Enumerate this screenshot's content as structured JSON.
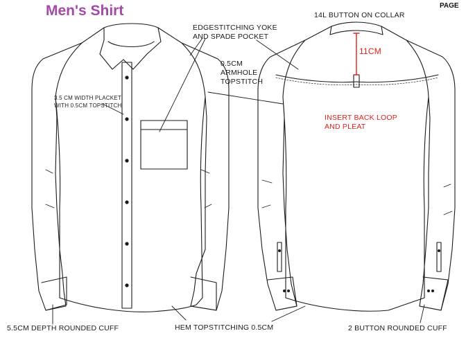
{
  "title": "Men's Shirt",
  "page_label": "PAGE",
  "labels": {
    "collar_button": "14L BUTTON ON COLLAR",
    "yoke_pocket": "EDGESTITCHING YOKE\nAND SPADE POCKET",
    "armhole": "0.5CM\nARMHOLE\nTOPSTITCH",
    "placket": "3.5 CM WIDTH PLACKET\nWITH 0.5CM TOPSTITCH",
    "back_measure": "11CM",
    "back_loop": "INSERT BACK LOOP\nAND PLEAT",
    "front_cuff": "5.5CM DEPTH ROUNDED CUFF",
    "hem": "HEM TOPSTITCHING 0.5CM",
    "back_cuff": "2 BUTTON ROUNDED CUFF"
  },
  "colors": {
    "title": "#a24aa6",
    "accent_red": "#e0201b",
    "line": "#1a1a1a"
  }
}
